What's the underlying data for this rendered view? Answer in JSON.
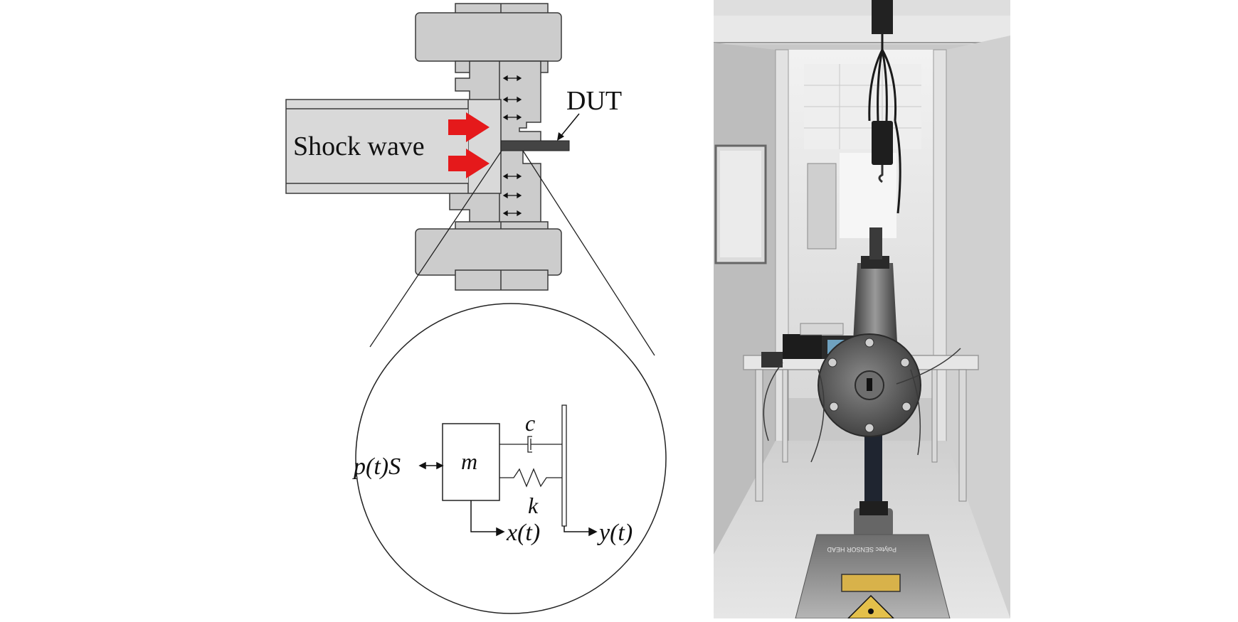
{
  "diagram": {
    "shock_wave_label": "Shock wave",
    "dut_label": "DUT",
    "model": {
      "force_label": "p(t)S",
      "mass_label": "m",
      "damper_label": "c",
      "spring_label": "k",
      "x_label": "x(t)",
      "y_label": "y(t)"
    }
  },
  "photo": {
    "laser_vibrometer_text": "Polytec  SENSOR HEAD"
  },
  "colors": {
    "flange_fill": "#cccccc",
    "tube_fill": "#d9d9d9",
    "arrow_red": "#e5191b",
    "dut_dark": "#444444",
    "outline": "#3a3a3a"
  }
}
